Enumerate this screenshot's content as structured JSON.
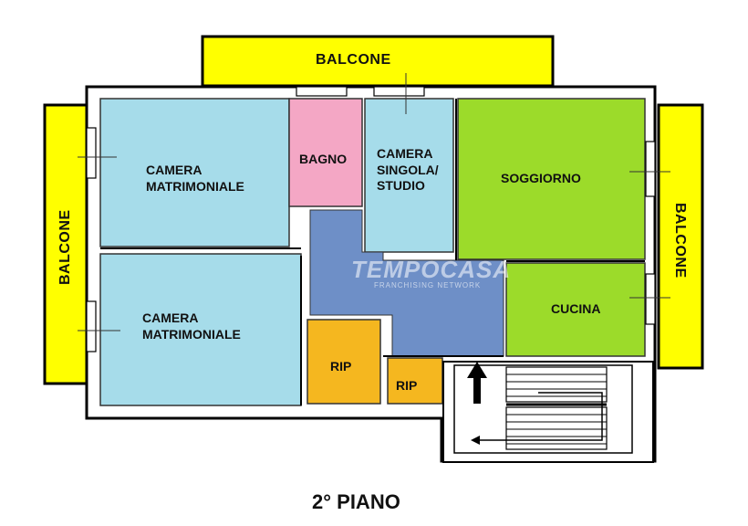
{
  "balconies": {
    "top": "BALCONE",
    "left": "BALCONE",
    "right": "BALCONE"
  },
  "rooms": {
    "camera_1": [
      "CAMERA",
      "MATRIMONIALE"
    ],
    "camera_2": [
      "CAMERA",
      "MATRIMONIALE"
    ],
    "bagno": "BAGNO",
    "camera_singola": [
      "CAMERA",
      "SINGOLA/",
      "STUDIO"
    ],
    "soggiorno": "SOGGIORNO",
    "cucina": "CUCINA",
    "rip_1": "RIP",
    "rip_2": "RIP"
  },
  "watermark": {
    "brand": "TEMPOCASA",
    "tagline": "FRANCHISING NETWORK"
  },
  "floor_label": "2° PIANO",
  "colors": {
    "balcony": "#ffff00",
    "bedroom": "#a6dcea",
    "bathroom": "#f4a7c5",
    "living": "#9cdb2a",
    "hallway": "#6e8fc7",
    "storage": "#f5b71f",
    "wall": "#ffffff",
    "outline": "#000000"
  }
}
